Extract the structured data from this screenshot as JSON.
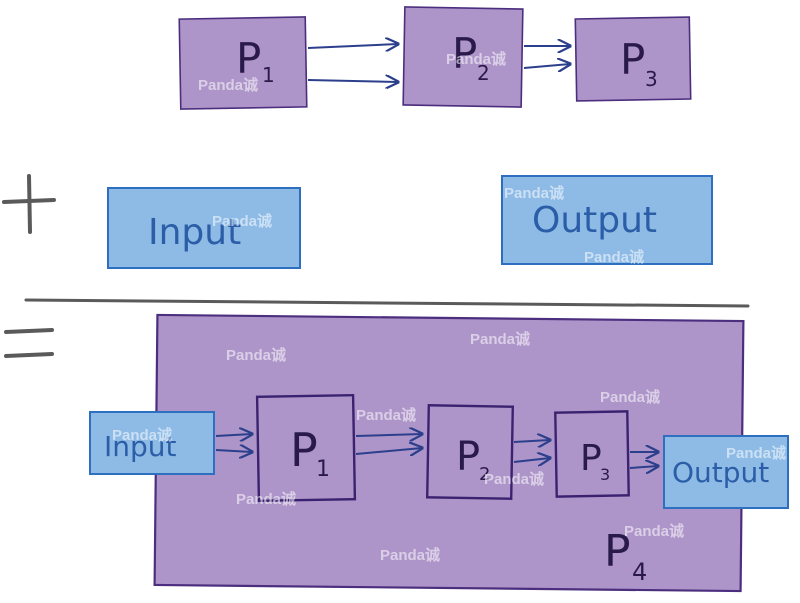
{
  "colors": {
    "purple_fill": "#ae95c9",
    "purple_stroke": "#4b2e7e",
    "blue_fill": "#8dbbe6",
    "blue_stroke": "#2f6fc0",
    "blue_text": "#2c5ea8",
    "gray_stroke": "#5a5a5a",
    "arrow": "#2c3f8c"
  },
  "top_row": {
    "p1": {
      "letter": "P",
      "sub": "1"
    },
    "p2": {
      "letter": "P",
      "sub": "2"
    },
    "p3": {
      "letter": "P",
      "sub": "3"
    }
  },
  "middle_row": {
    "operator": "+",
    "input_label": "Input",
    "output_label": "Output"
  },
  "bottom": {
    "operator": "=",
    "input_label": "Input",
    "output_label": "Output",
    "p1": {
      "letter": "P",
      "sub": "1"
    },
    "p2": {
      "letter": "P",
      "sub": "2"
    },
    "p3": {
      "letter": "P",
      "sub": "3"
    },
    "p4": {
      "letter": "P",
      "sub": "4"
    }
  },
  "watermark": "Panda诚"
}
